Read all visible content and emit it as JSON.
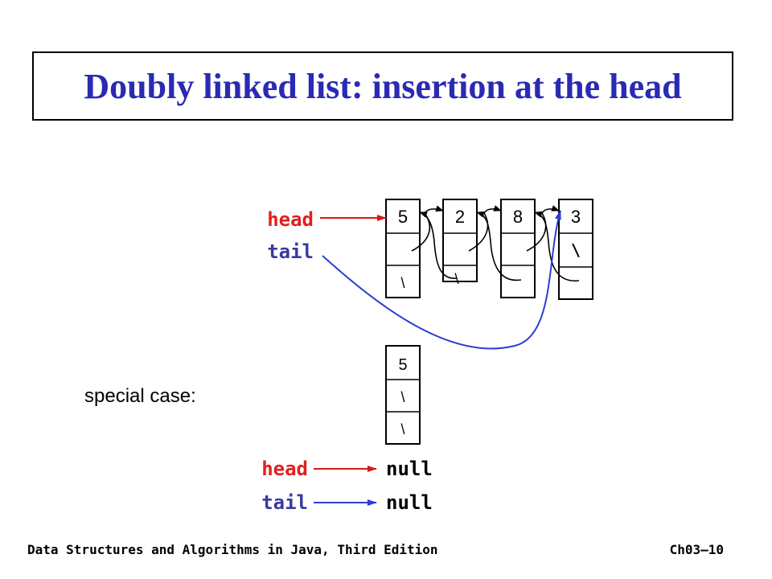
{
  "title": "Doubly linked list: insertion at the head",
  "labels": {
    "head": "head",
    "tail": "tail",
    "special_case": "special case:",
    "null_head": "null",
    "null_tail": "null"
  },
  "nodes": [
    {
      "value": "5",
      "prev": "\\",
      "next": ""
    },
    {
      "value": "2",
      "prev": "\\",
      "next": ""
    },
    {
      "value": "8",
      "prev": "",
      "next": ""
    },
    {
      "value": "3",
      "prev": "",
      "next": "\\"
    }
  ],
  "special_node": {
    "value": "5",
    "next": "\\",
    "prev": "\\"
  },
  "footer": {
    "left": "Data Structures and Algorithms in Java, Third Edition",
    "right": "Ch03–10"
  },
  "colors": {
    "title": "#2a2ab4",
    "head": "#e02020",
    "tail": "#3a3aa0",
    "head_arrow": "#d81818",
    "tail_arrow": "#2b3fd0"
  }
}
